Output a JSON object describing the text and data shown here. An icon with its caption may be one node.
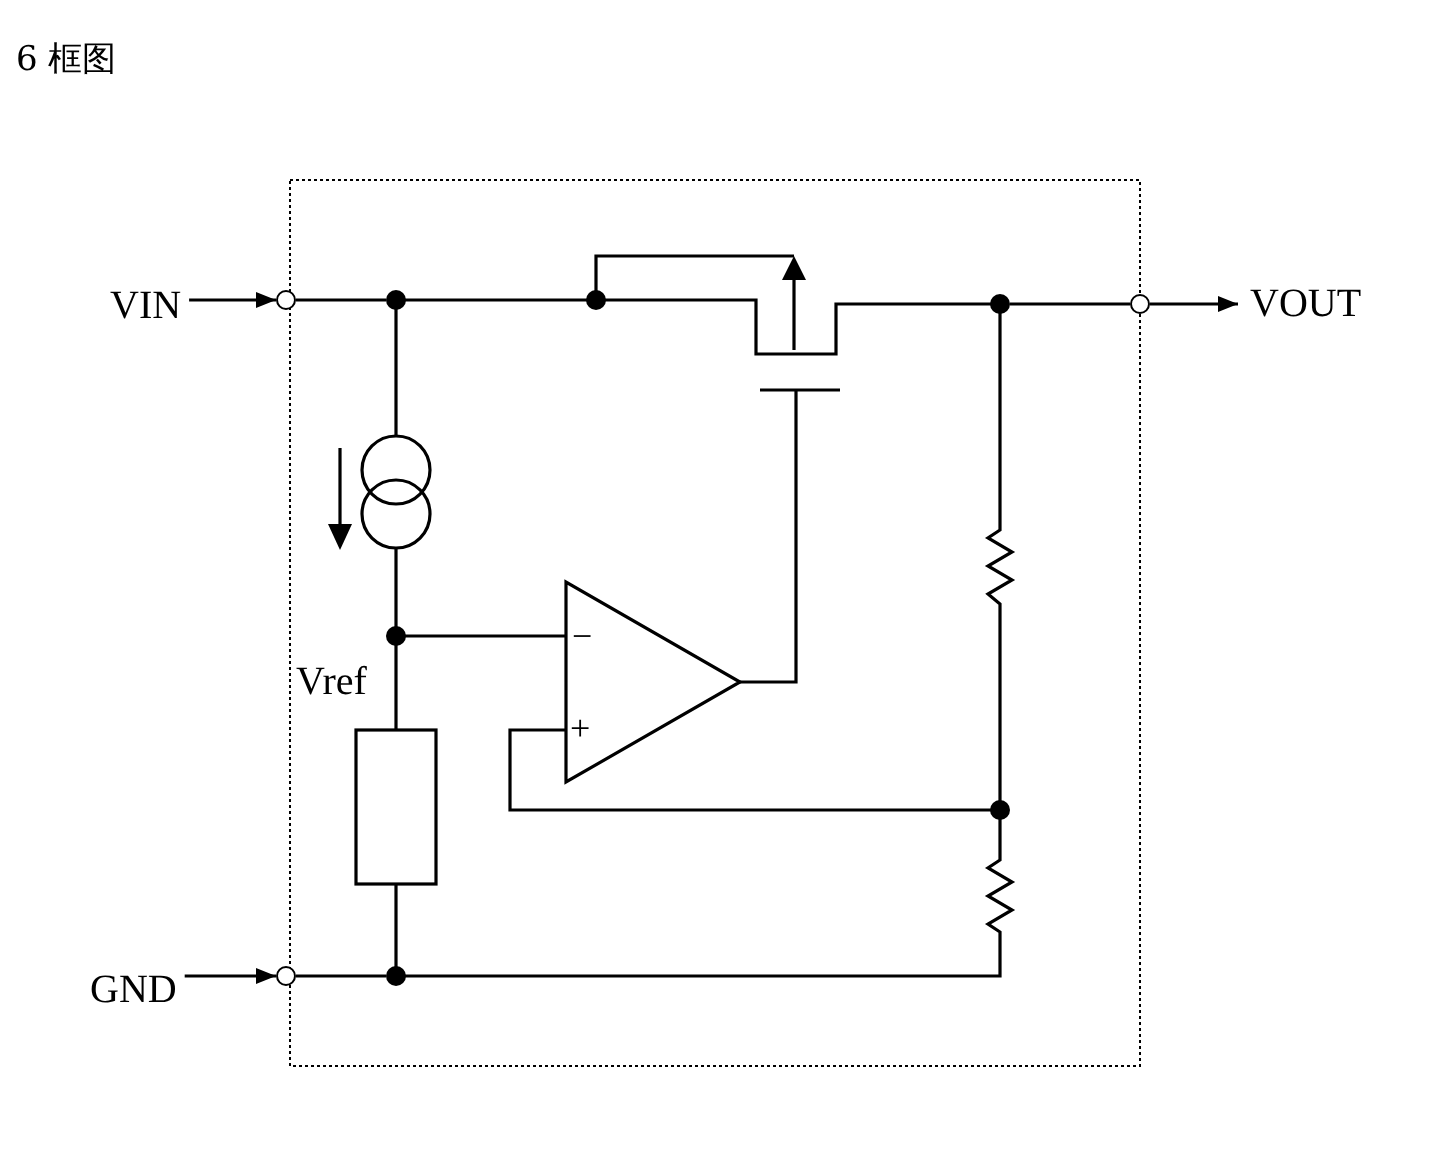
{
  "diagram": {
    "title": "6 框图",
    "nodes": [
      {
        "text": [
          "VIN"
        ]
      },
      {
        "text": [],
        "shape": "circle"
      },
      {
        "text": [
          "VOUT"
        ]
      },
      {
        "text": [],
        "shape": "circle"
      },
      {
        "text": [
          "GND"
        ]
      },
      {
        "text": [],
        "shape": "circle"
      },
      {
        "text": [],
        "shape": "dot"
      },
      {
        "text": [],
        "shape": "dot"
      },
      {
        "text": [],
        "shape": "dot"
      }
    ],
    "edges": [
      {
        "from": 0,
        "to": 1,
        "arrow": "to"
      },
      {
        "from": 3,
        "to": 2,
        "arrow": "to"
      },
      {
        "from": 4,
        "to": 5,
        "arrow": "to"
      },
      {
        "from": 1,
        "to": 6,
        "arrow": "none"
      },
      {
        "from": 7,
        "to": 3,
        "arrow": "none"
      },
      {
        "from": 5,
        "to": 8,
        "arrow": "none"
      }
    ],
    "labels": [
      "−",
      "Vref",
      "+"
    ]
  }
}
